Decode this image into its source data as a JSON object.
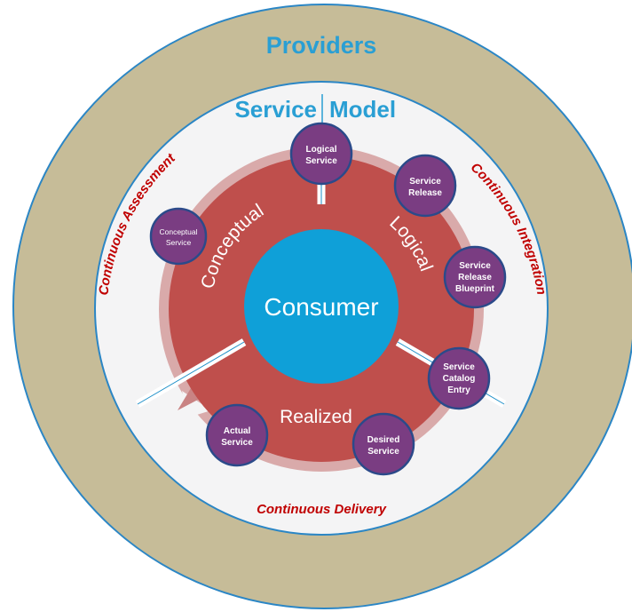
{
  "colors": {
    "providers_ring": "#c6bc98",
    "providers_border": "#2b86c5",
    "model_fill": "#f4f4f5",
    "sector_fill": "#bf4f4c",
    "arrow_fill": "#d9aaaa",
    "consumer_fill": "#0fa0d8",
    "node_fill": "#7a3d82",
    "node_border": "#2b4a8a",
    "accent_text": "#2a9fd4",
    "cont_text": "#c00000"
  },
  "providers": {
    "label": "Providers"
  },
  "service_model": {
    "left": "Service",
    "right": "Model"
  },
  "consumer": {
    "label": "Consumer"
  },
  "sectors": {
    "conceptual": "Conceptual",
    "logical": "Logical",
    "realized": "Realized"
  },
  "continuous": {
    "assessment": "Continuous Assessment",
    "integration": "Continuous Integration",
    "delivery": "Continuous Delivery"
  },
  "nodes": {
    "logical_service": {
      "lines": [
        "Logical",
        "Service"
      ]
    },
    "service_release": {
      "lines": [
        "Service",
        "Release"
      ]
    },
    "service_release_blueprint": {
      "lines": [
        "Service",
        "Release",
        "Blueprint"
      ]
    },
    "service_catalog_entry": {
      "lines": [
        "Service",
        "Catalog",
        "Entry"
      ]
    },
    "desired_service": {
      "lines": [
        "Desired",
        "Service"
      ]
    },
    "actual_service": {
      "lines": [
        "Actual",
        "Service"
      ]
    },
    "conceptual_service": {
      "lines": [
        "Conceptual",
        "Service"
      ]
    }
  }
}
